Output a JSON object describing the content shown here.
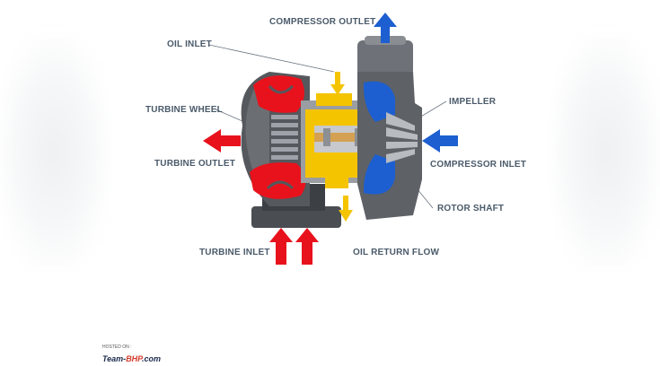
{
  "labels": {
    "compressor_outlet": "COMPRESSOR OUTLET",
    "oil_inlet": "OIL INLET",
    "impeller": "IMPELLER",
    "turbine_wheel": "TURBINE WHEEL",
    "turbine_outlet": "TURBINE OUTLET",
    "compressor_inlet": "COMPRESSOR INLET",
    "rotor_shaft": "ROTOR SHAFT",
    "turbine_inlet": "TURBINE INLET",
    "oil_return_flow": "OIL RETURN FLOW"
  },
  "watermark": {
    "hosted_on": "HOSTED ON :",
    "brand_prefix": "Team-",
    "brand_accent": "BHP",
    "brand_suffix": ".com"
  },
  "colors": {
    "hot_side": "#e8121c",
    "cold_side": "#1d5fd0",
    "oil": "#f5c400",
    "label_text": "#4a5a6a"
  }
}
